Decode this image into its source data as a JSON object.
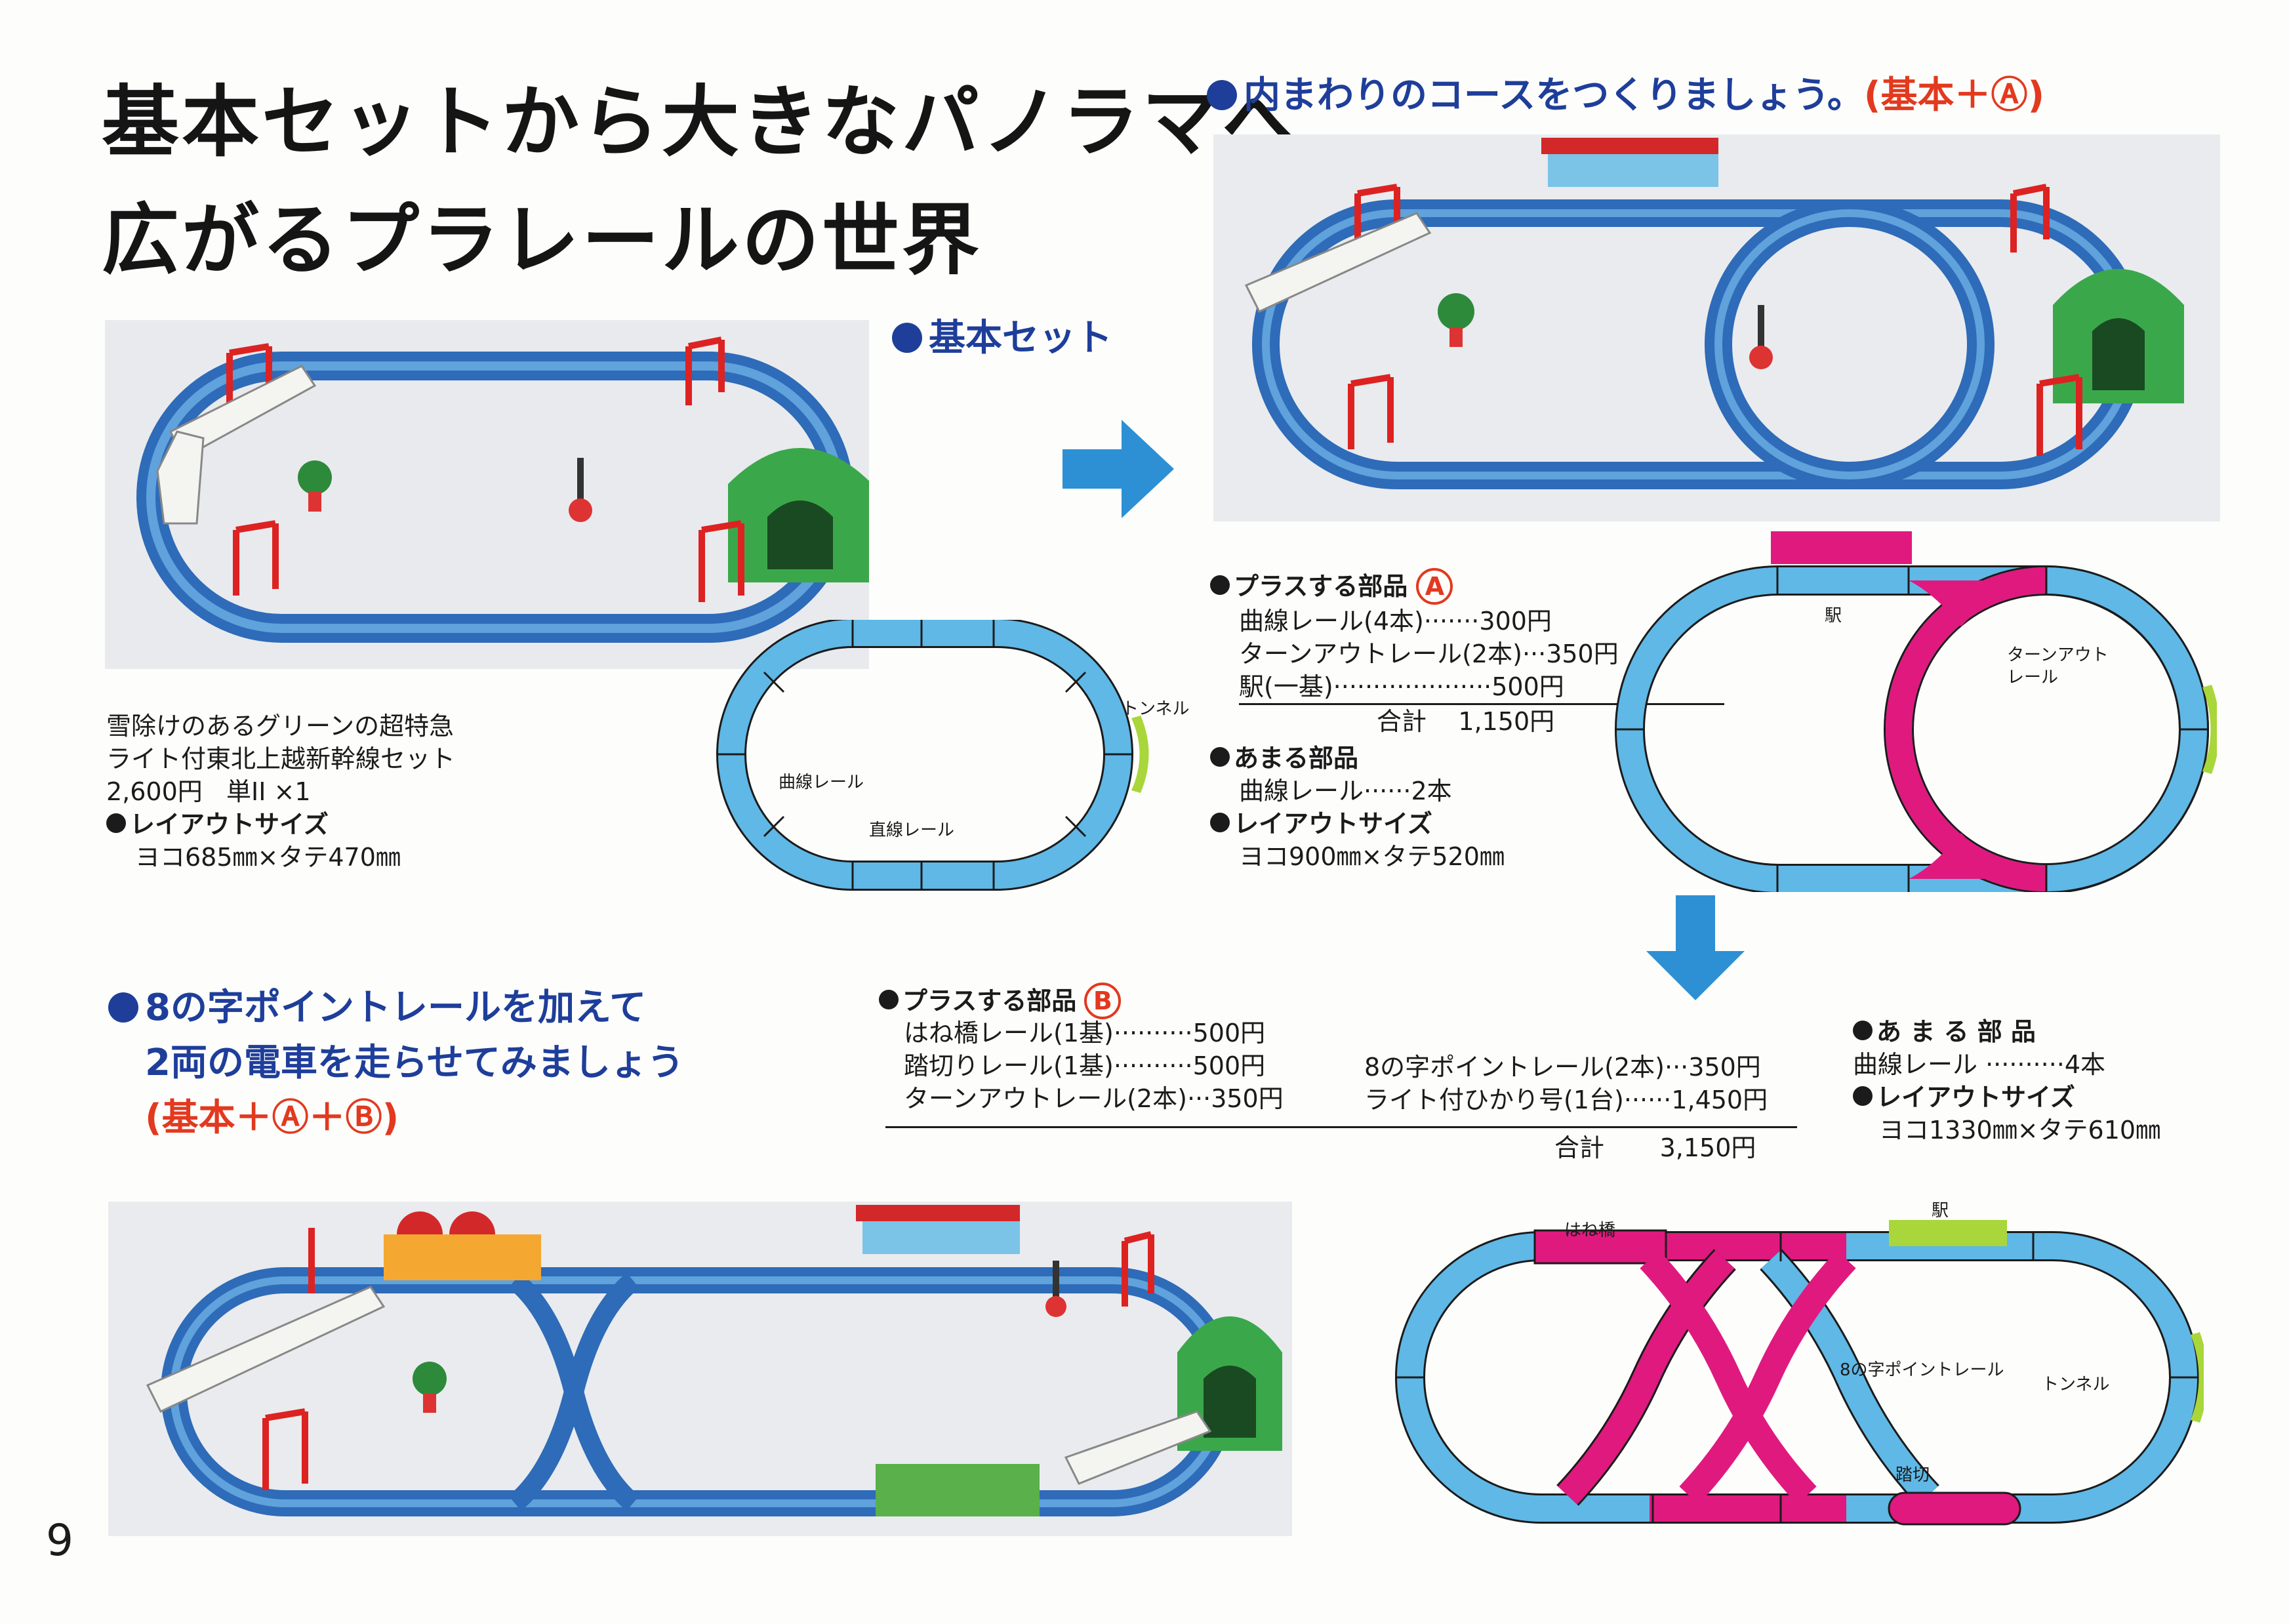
{
  "title": {
    "line1": "基本セットから大きなパノラマへ",
    "line2": "広がるプラレールの世界"
  },
  "sections": {
    "basic_heading": "基本セット",
    "inner_heading": "内まわりのコースをつくりましょう。",
    "inner_tag": "(基本＋Ⓐ)",
    "figure8_heading_l1": "8の字ポイントレールを加えて",
    "figure8_heading_l2": "2両の電車を走らせてみましょう",
    "figure8_tag": "(基本＋Ⓐ＋Ⓑ)"
  },
  "basic_set": {
    "line1": "雪除けのあるグリーンの超特急",
    "line2": "ライト付東北上越新幹線セット",
    "price": "2,600円",
    "battery": "単II ×1",
    "layout_label": "レイアウトサイズ",
    "layout_size": "ヨコ685㎜×タテ470㎜"
  },
  "diagram_basic": {
    "tunnel": "トンネル",
    "curve": "曲線レール",
    "straight": "直線レール"
  },
  "parts_a": {
    "heading": "プラスする部品",
    "mark": "A",
    "items": [
      {
        "name": "曲線レール(4本)",
        "dots": "·······",
        "price": "300円"
      },
      {
        "name": "ターンアウトレール(2本)",
        "dots": "···",
        "price": "350円"
      },
      {
        "name": "駅(一基)",
        "dots": "····················",
        "price": "500円"
      }
    ],
    "total_label": "合計",
    "total": "1,150円",
    "extra_heading": "あまる部品",
    "extra": "曲線レール······2本",
    "layout_label": "レイアウトサイズ",
    "layout_size": "ヨコ900㎜×タテ520㎜"
  },
  "diagram_a": {
    "station": "駅",
    "turnout": "ターンアウト",
    "turnout2": "レール"
  },
  "parts_b": {
    "heading": "プラスする部品",
    "mark": "B",
    "items_left": [
      {
        "name": "はね橋レール(1基)",
        "dots": "··········",
        "price": "500円"
      },
      {
        "name": "踏切りレール(1基)",
        "dots": "··········",
        "price": "500円"
      },
      {
        "name": "ターンアウトレール(2本)",
        "dots": "···",
        "price": "350円"
      }
    ],
    "items_right": [
      {
        "name": "8の字ポイントレール(2本)",
        "dots": "···",
        "price": "350円"
      },
      {
        "name": "ライト付ひかり号(1台)",
        "dots": "······",
        "price": "1,450円"
      }
    ],
    "total_label": "合計",
    "total": "3,150円",
    "extra_heading": "あ ま る 部 品",
    "extra": "曲線レール ··········4本",
    "layout_label": "レイアウトサイズ",
    "layout_size": "ヨコ1330㎜×タテ610㎜"
  },
  "diagram_b": {
    "bridge": "はね橋",
    "station": "駅",
    "point": "8の字ポイントレール",
    "tunnel": "トンネル",
    "crossing": "踏切"
  },
  "page_number": "9",
  "colors": {
    "track": "#5fb8e6",
    "magenta": "#e0197f",
    "green": "#a9d63a",
    "blue_heading": "#1e3e9a",
    "arrow": "#2d8fd4",
    "red": "#e2391f"
  }
}
